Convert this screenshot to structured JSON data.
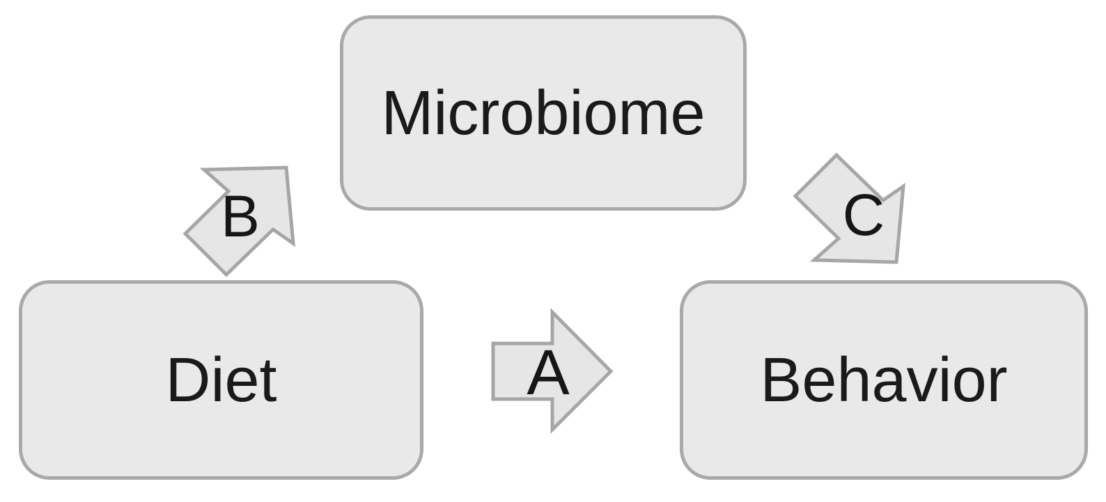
{
  "diagram": {
    "description": "Relationship diagram linking Diet, Microbiome and Behavior",
    "nodes": [
      {
        "id": "microbiome",
        "label": "Microbiome",
        "position": "top-center"
      },
      {
        "id": "diet",
        "label": "Diet",
        "position": "bottom-left"
      },
      {
        "id": "behavior",
        "label": "Behavior",
        "position": "bottom-right"
      }
    ],
    "edges": [
      {
        "id": "A",
        "label": "A",
        "from": "diet",
        "to": "behavior",
        "direction": "right",
        "style": "block-arrow-flat-tail"
      },
      {
        "id": "B",
        "label": "B",
        "from": "diet",
        "to": "microbiome",
        "direction": "up-right",
        "style": "block-arrow-pointed-tail"
      },
      {
        "id": "C",
        "label": "C",
        "from": "microbiome",
        "to": "behavior",
        "direction": "down-right",
        "style": "block-arrow-pointed-tail"
      }
    ],
    "colors": {
      "background": "#ffffff",
      "node_fill": "#e9e9e9",
      "node_border": "#a9a9a9",
      "arrow_fill": "#e6e6e6",
      "arrow_border": "#a6a6a6",
      "text": "#1a1a1a"
    }
  }
}
